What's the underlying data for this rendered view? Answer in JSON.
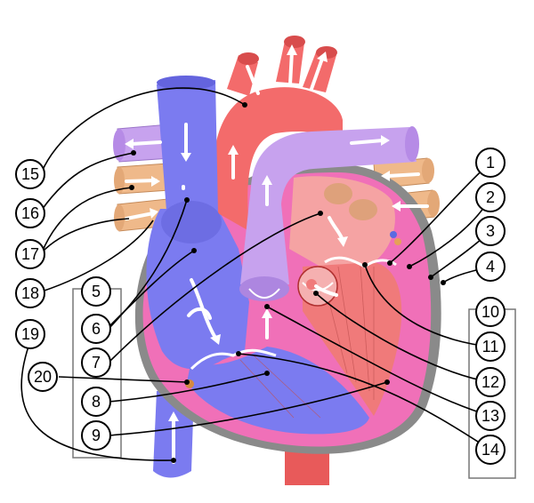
{
  "diagram": {
    "labels": [
      {
        "id": "1",
        "text": "1"
      },
      {
        "id": "2",
        "text": "2"
      },
      {
        "id": "3",
        "text": "3"
      },
      {
        "id": "4",
        "text": "4"
      },
      {
        "id": "5",
        "text": "5"
      },
      {
        "id": "6",
        "text": "6"
      },
      {
        "id": "7",
        "text": "7"
      },
      {
        "id": "8",
        "text": "8"
      },
      {
        "id": "9",
        "text": "9"
      },
      {
        "id": "10",
        "text": "10"
      },
      {
        "id": "11",
        "text": "11"
      },
      {
        "id": "12",
        "text": "12"
      },
      {
        "id": "13",
        "text": "13"
      },
      {
        "id": "14",
        "text": "14"
      },
      {
        "id": "15",
        "text": "15"
      },
      {
        "id": "16",
        "text": "16"
      },
      {
        "id": "17",
        "text": "17"
      },
      {
        "id": "18",
        "text": "18"
      },
      {
        "id": "19",
        "text": "19"
      },
      {
        "id": "20",
        "text": "20"
      }
    ],
    "colors": {
      "deoxygenated": "#7b7bf0",
      "oxygenated": "#f36b6b",
      "pulmonary_vessels": "#c7a2ee",
      "myocardium": "#f070b8",
      "pericardium": "#8a8a8a",
      "pulmonary_veins": "#efb98a"
    }
  }
}
